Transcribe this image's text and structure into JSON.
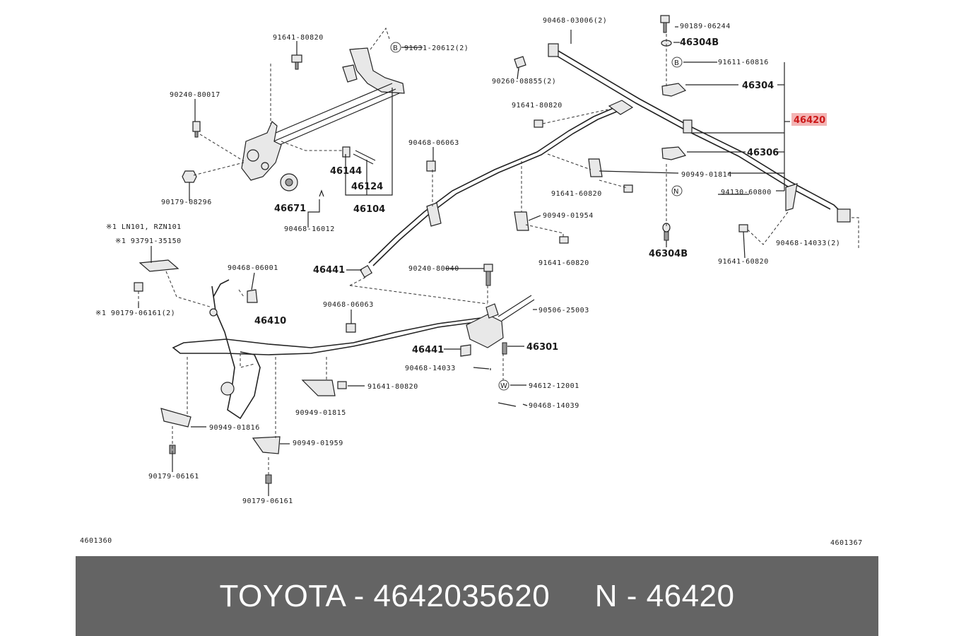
{
  "labels": {
    "l_91641_80820_a": "91641-80820",
    "l_91631_20612": "91631-20612(2)",
    "l_90240_80017": "90240-80017",
    "l_46144": "46144",
    "l_46124": "46124",
    "l_46104": "46104",
    "l_46671": "46671",
    "l_90179_08296": "90179-08296",
    "l_90468_16012": "90468-16012",
    "l_90468_03006": "90468-03006(2)",
    "l_90260_08855": "90260-08855(2)",
    "l_91641_80820_b": "91641-80820",
    "l_90468_06063_a": "90468-06063",
    "l_90189_06244": "90189-06244",
    "l_46304B_top": "46304B",
    "l_91611_60816": "91611-60816",
    "l_46304_a": "46304",
    "l_46420": "46420",
    "l_46306": "46306",
    "l_90949_01814": "90949-01814",
    "l_91641_60820": "91641-60820",
    "l_94130_60800": "94130-60800",
    "l_90949_01954": "90949-01954",
    "l_91641_60820_b": "91641-60820",
    "l_46304B_bot": "46304B",
    "l_90468_14033_b": "90468-14033(2)",
    "l_91641_60820_c": "91641-60820",
    "l_note1": "※1 LN101, RZN101",
    "l_note2": "※1 93791-35150",
    "l_90179_06161": "※1 90179-06161(2)",
    "l_90468_06001": "90468-06001",
    "l_46441_a": "46441",
    "l_90240_80040": "90240-80040",
    "l_46410": "46410",
    "l_90468_06063_b": "90468-06063",
    "l_90506_25003": "90506-25003",
    "l_46441_b": "46441",
    "l_46301": "46301",
    "l_90468_14033_a": "90468-14033",
    "l_94612_12001": "94612-12001",
    "l_90468_14039": "90468-14039",
    "l_91641_80820_d": "91641-80820",
    "l_90949_01815": "90949-01815",
    "l_90949_01816": "90949-01816",
    "l_90949_01959": "90949-01959",
    "l_90179_06161_a": "90179-06161",
    "l_90179_06161_b": "90179-06161",
    "l_ref_left": "4601360",
    "l_ref_right": "4601367"
  },
  "codes": {
    "B1": "B",
    "B2": "B",
    "N1": "N",
    "W1": "W"
  },
  "footer": {
    "text": "TOYOTA - 4642035620     N - 46420"
  },
  "highlight_color": "#cc1a1a",
  "footer_bg": "#646464"
}
